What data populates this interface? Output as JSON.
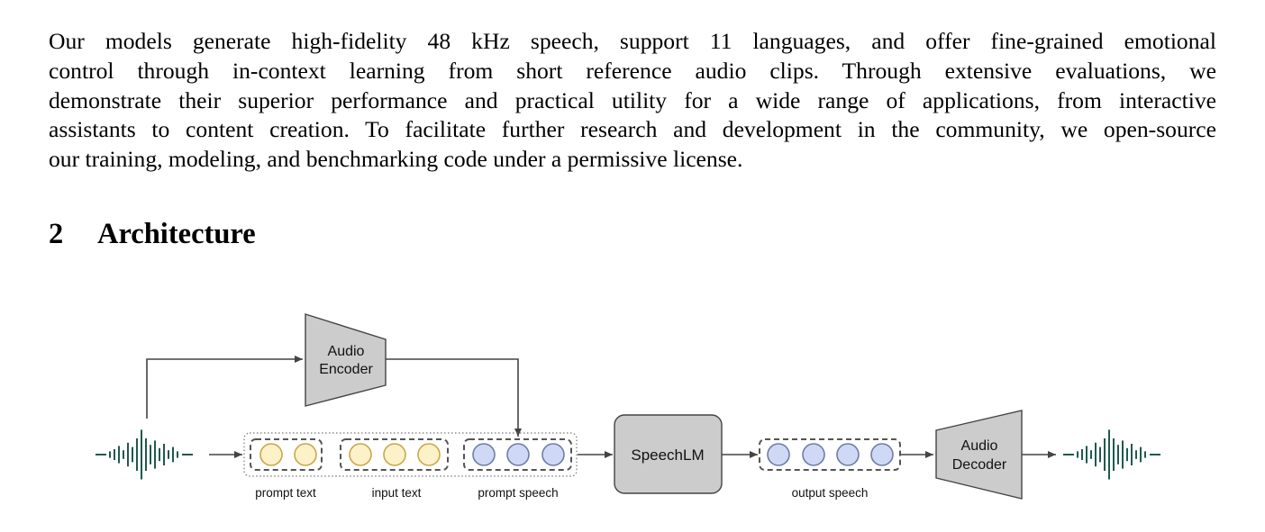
{
  "paragraph": {
    "lines": [
      "Our models generate high-fidelity 48 kHz speech, support 11 languages, and offer fine-grained emotional",
      "control through in-context learning from short reference audio clips.  Through extensive evaluations, we",
      "demonstrate their superior performance and practical utility for a wide range of applications, from interactive",
      "assistants to content creation.  To facilitate further research and development in the community, we open-source",
      "our training, modeling, and benchmarking code under a permissive license."
    ]
  },
  "section": {
    "number": "2",
    "title": "Architecture"
  },
  "figure": {
    "encoder_label": [
      "Audio",
      "Encoder"
    ],
    "decoder_label": [
      "Audio",
      "Decoder"
    ],
    "lm_label": "SpeechLM",
    "group_labels": {
      "prompt_text": "prompt text",
      "input_text": "input text",
      "prompt_speech": "prompt speech",
      "output_speech": "output speech"
    },
    "colors": {
      "text_token_fill": "#fdf1c9",
      "text_token_stroke": "#c9a84b",
      "speech_token_fill": "#cfd9f5",
      "speech_token_stroke": "#6d7fa6",
      "block_fill": "#cccccc",
      "waveform": "#1f5a4b",
      "arrow": "#444444"
    },
    "icons": [
      "waveform-input-icon",
      "waveform-output-icon"
    ]
  }
}
